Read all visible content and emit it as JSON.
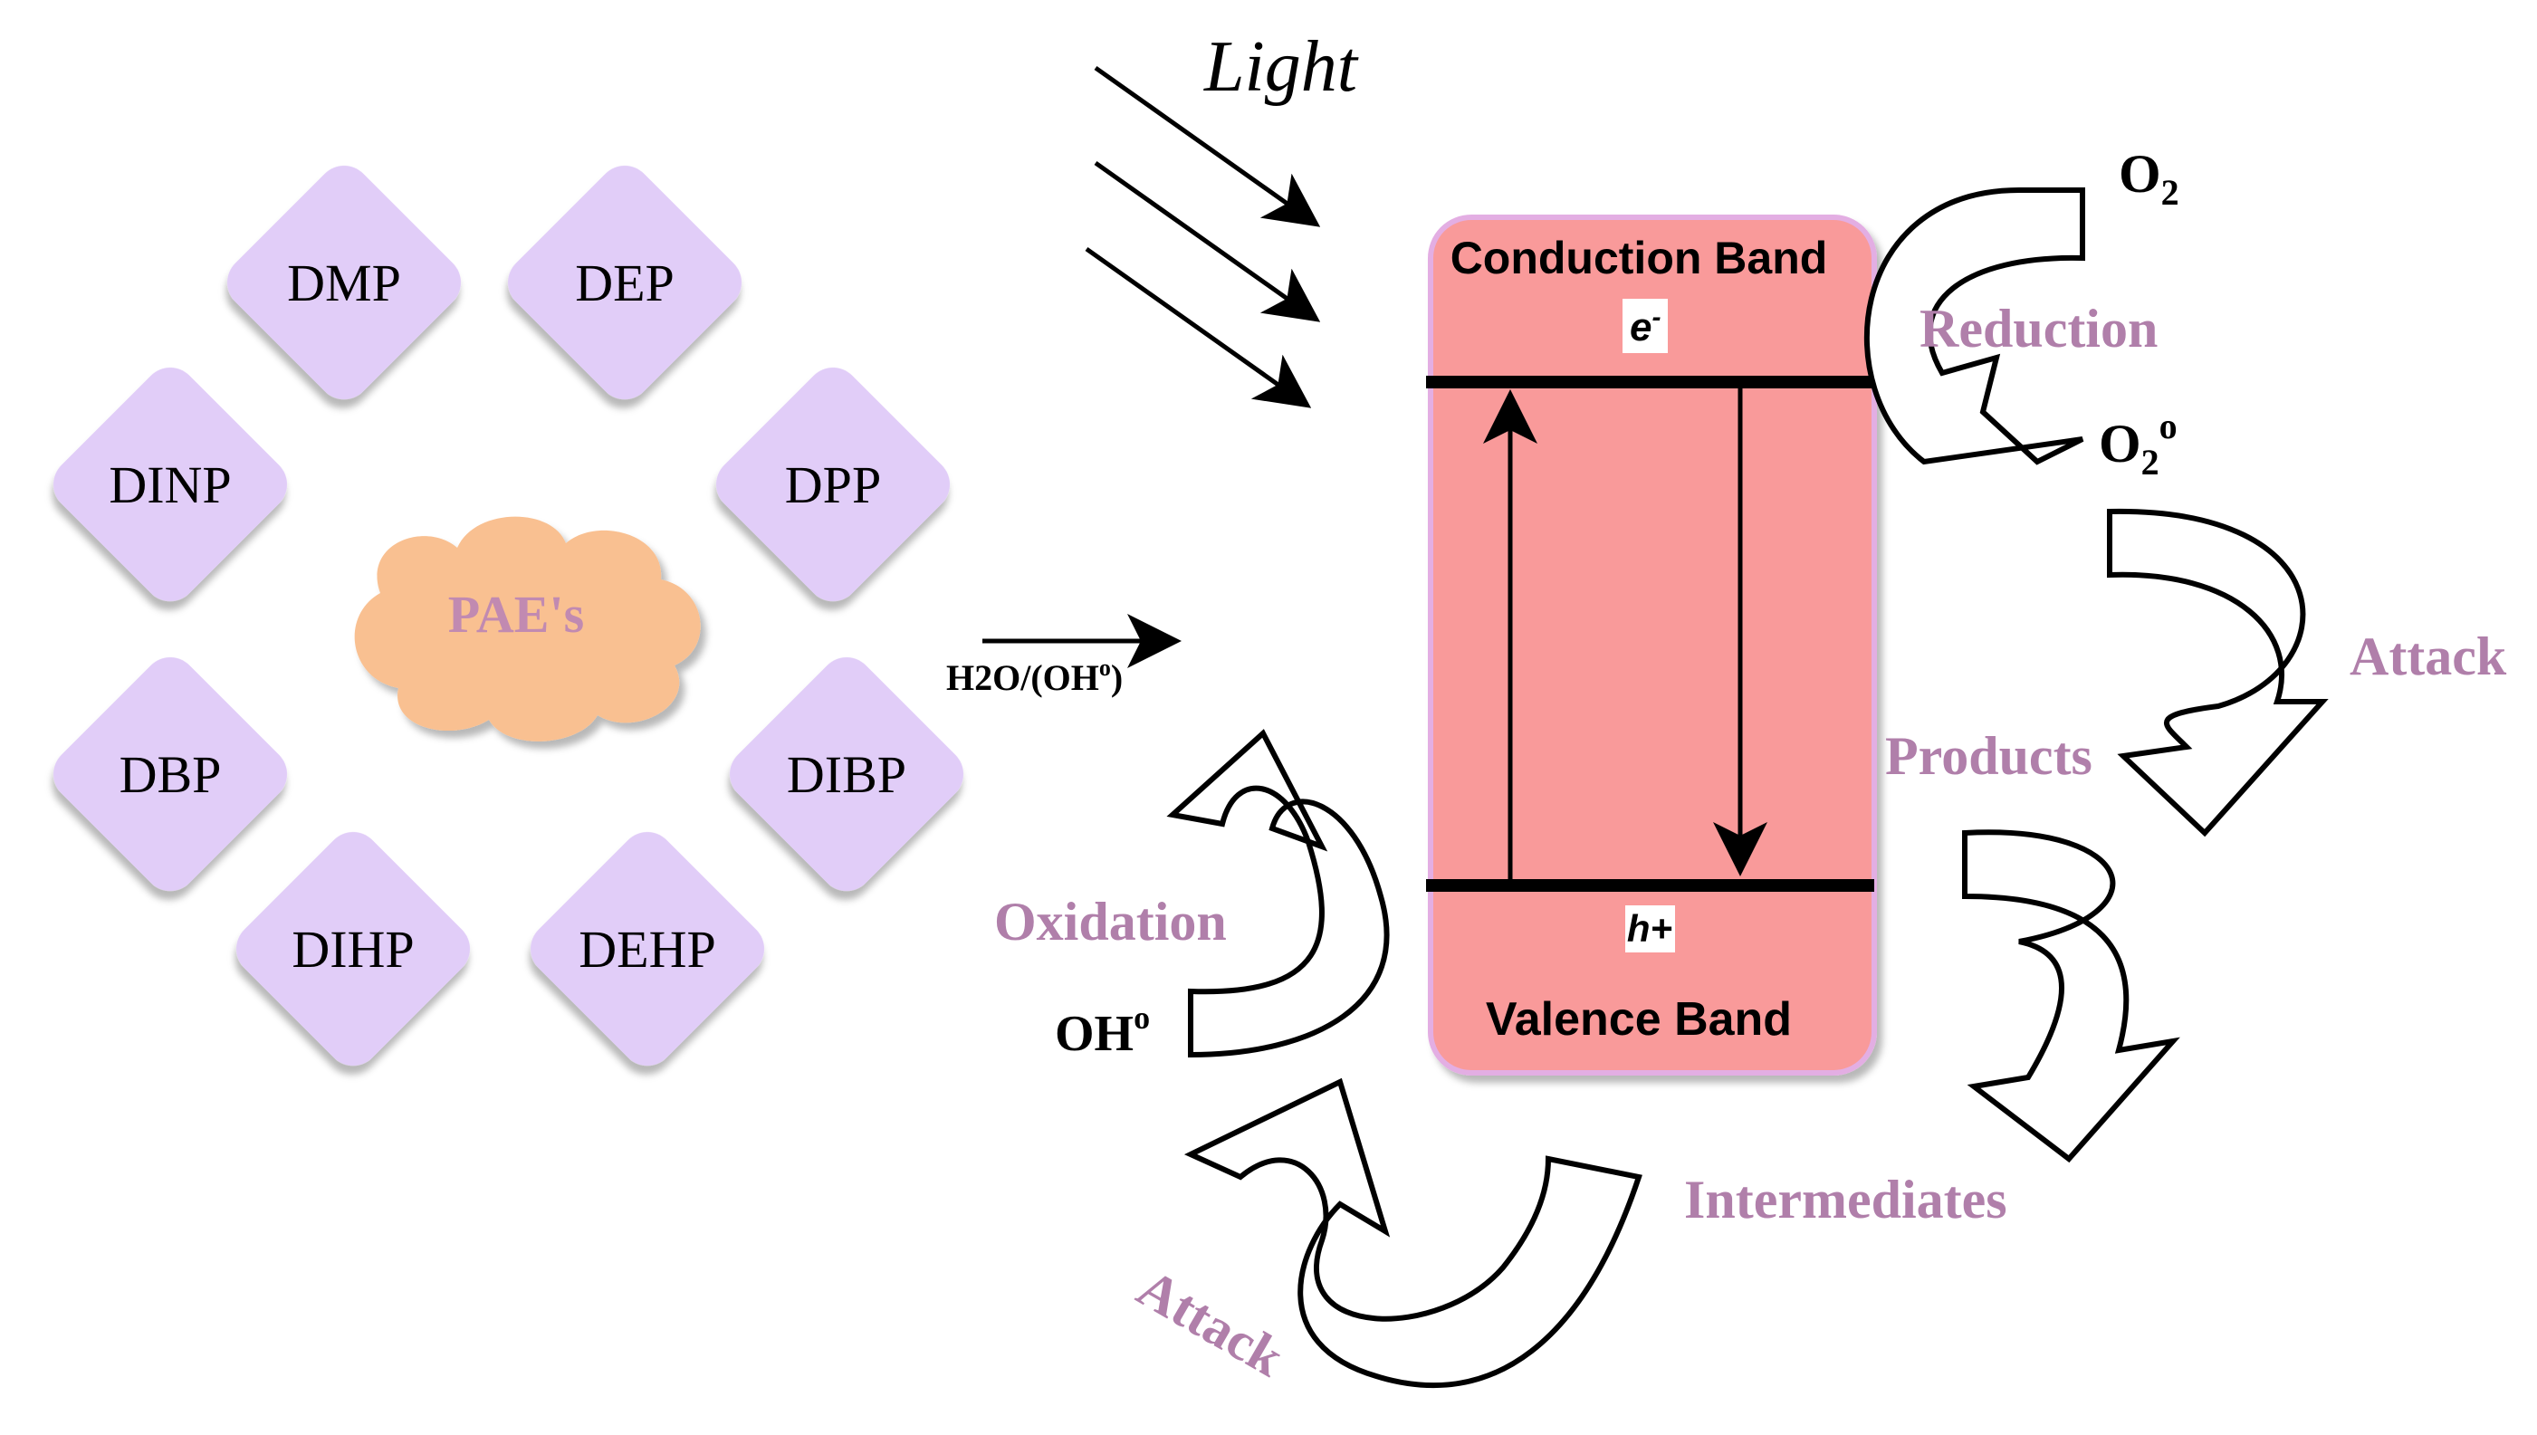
{
  "center_label": "PAE's",
  "compounds": [
    "DMP",
    "DEP",
    "DINP",
    "DPP",
    "DBP",
    "DIBP",
    "DIHP",
    "DEHP"
  ],
  "light_label": "Light",
  "water_label": "H2O/(OH",
  "water_label_sup": "o",
  "water_label_end": ")",
  "band": {
    "conduction": "Conduction Band",
    "electron": "e",
    "electron_sup": "-",
    "valence": "Valence Band",
    "hole": "h+"
  },
  "species": {
    "o2": "O",
    "o2_sub": "2",
    "o2_radical": "O",
    "o2_radical_sub": "2",
    "o2_radical_sup": "o",
    "oh_radical": "OH",
    "oh_radical_sup": "o"
  },
  "processes": {
    "reduction": "Reduction",
    "attack_right": "Attack",
    "products": "Products",
    "intermediates": "Intermediates",
    "oxidation": "Oxidation",
    "attack_bottom": "Attack"
  },
  "colors": {
    "compound_fill": "#e1cdf8",
    "cloud_fill": "#f9c091",
    "cloud_text": "#c18ab1",
    "band_fill": "#f99a9a",
    "band_border": "#e3aee3",
    "process_text": "#b07faa",
    "line": "#000000"
  }
}
